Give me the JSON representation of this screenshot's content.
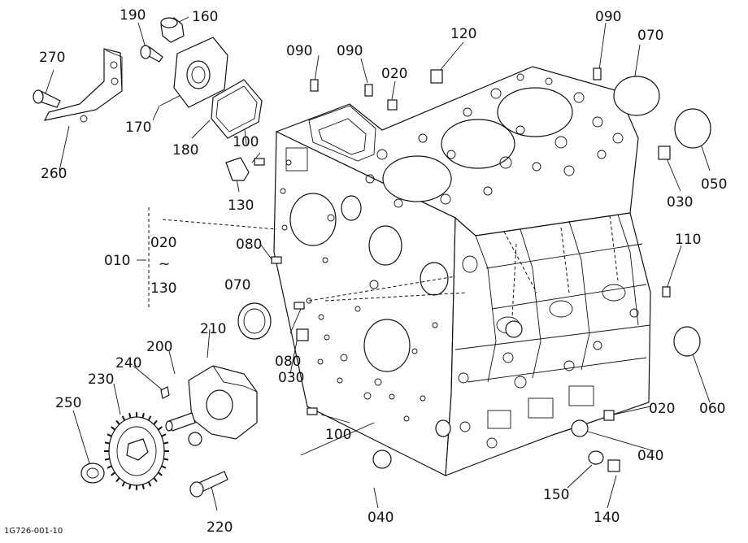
{
  "figure_code": "1G726-001-10",
  "labels": {
    "l010": "010",
    "l020_range": "020",
    "l_tilde": "~",
    "l130_range": "130",
    "l020a": "020",
    "l020b": "020",
    "l030a": "030",
    "l030b": "030",
    "l040a": "040",
    "l040b": "040",
    "l050": "050",
    "l060": "060",
    "l070a": "070",
    "l070b": "070",
    "l080a": "080",
    "l080b": "080",
    "l090a": "090",
    "l090b": "090",
    "l090c": "090",
    "l100a": "100",
    "l100b": "100",
    "l110": "110",
    "l120": "120",
    "l130": "130",
    "l140": "140",
    "l150": "150",
    "l160": "160",
    "l170": "170",
    "l180": "180",
    "l190": "190",
    "l200": "200",
    "l210": "210",
    "l220": "220",
    "l230": "230",
    "l240": "240",
    "l250": "250",
    "l260": "260",
    "l270": "270"
  }
}
